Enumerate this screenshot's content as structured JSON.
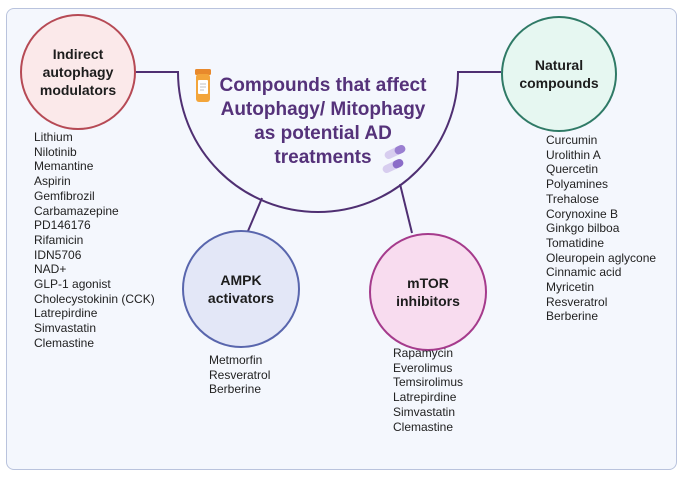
{
  "title": "Compounds that affect Autophagy/ Mitophagy as potential AD treatments",
  "icons": [
    "pill-bottle-icon",
    "capsules-icon"
  ],
  "colors": {
    "title": "#55327a",
    "connector": "#4f2f72",
    "indirect_border": "#b64a55",
    "natural_border": "#2f7a66",
    "ampk_border": "#5966ad",
    "mtor_border": "#a53b8c"
  },
  "groups": {
    "indirect": {
      "label_lines": [
        "Indirect",
        "autophagy",
        "modulators"
      ],
      "items": [
        "Lithium",
        "Nilotinib",
        "Memantine",
        "Aspirin",
        "Gemfibrozil",
        "Carbamazepine",
        "PD146176",
        "Rifamicin",
        "IDN5706",
        "NAD+",
        "GLP-1 agonist",
        "Cholecystokinin (CCK)",
        "Latrepirdine",
        "Simvastatin",
        "Clemastine"
      ]
    },
    "natural": {
      "label_lines": [
        "Natural",
        "compounds"
      ],
      "items": [
        "Curcumin",
        "Urolithin A",
        "Quercetin",
        "Polyamines",
        "Trehalose",
        "Corynoxine B",
        "Ginkgo bilboa",
        "Tomatidine",
        "Oleuropein aglycone",
        "Cinnamic acid",
        "Myricetin",
        "Resveratrol",
        "Berberine"
      ]
    },
    "ampk": {
      "label_lines": [
        "AMPK",
        "activators"
      ],
      "items": [
        "Metmorfin",
        "Resveratrol",
        "Berberine"
      ]
    },
    "mtor": {
      "label_lines": [
        "mTOR",
        "inhibitors"
      ],
      "items": [
        "Rapamycin",
        "Everolimus",
        "Temsirolimus",
        "Latrepirdine",
        "Simvastatin",
        "Clemastine"
      ]
    }
  }
}
